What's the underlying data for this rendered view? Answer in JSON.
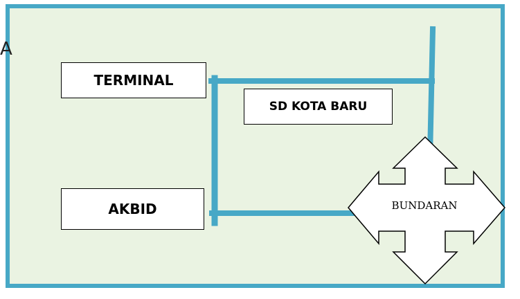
{
  "stray_letter": "A",
  "places": {
    "terminal": "TERMINAL",
    "sd_kota_baru": "SD KOTA BARU",
    "akbid": "AKBID",
    "bundaran": "BUNDARAN"
  },
  "colors": {
    "road": "#47a8c6",
    "frame_border": "#47a8c6",
    "background": "#eaf3e2",
    "box_fill": "#ffffff",
    "outline": "#000000"
  }
}
